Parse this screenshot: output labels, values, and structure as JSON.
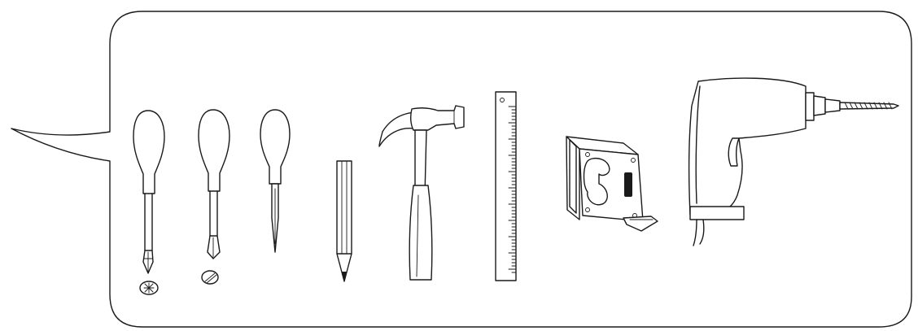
{
  "colors": {
    "stroke": "#1a1a1a",
    "background": "#ffffff"
  },
  "tools": [
    {
      "name": "phillips-screwdriver",
      "icon": "phillips-screwdriver-icon"
    },
    {
      "name": "flathead-screwdriver",
      "icon": "flathead-screwdriver-icon"
    },
    {
      "name": "awl",
      "icon": "awl-icon"
    },
    {
      "name": "pencil",
      "icon": "pencil-icon"
    },
    {
      "name": "claw-hammer",
      "icon": "claw-hammer-icon"
    },
    {
      "name": "ruler",
      "icon": "ruler-icon"
    },
    {
      "name": "tape-measure",
      "icon": "tape-measure-icon"
    },
    {
      "name": "power-drill",
      "icon": "power-drill-icon"
    }
  ]
}
